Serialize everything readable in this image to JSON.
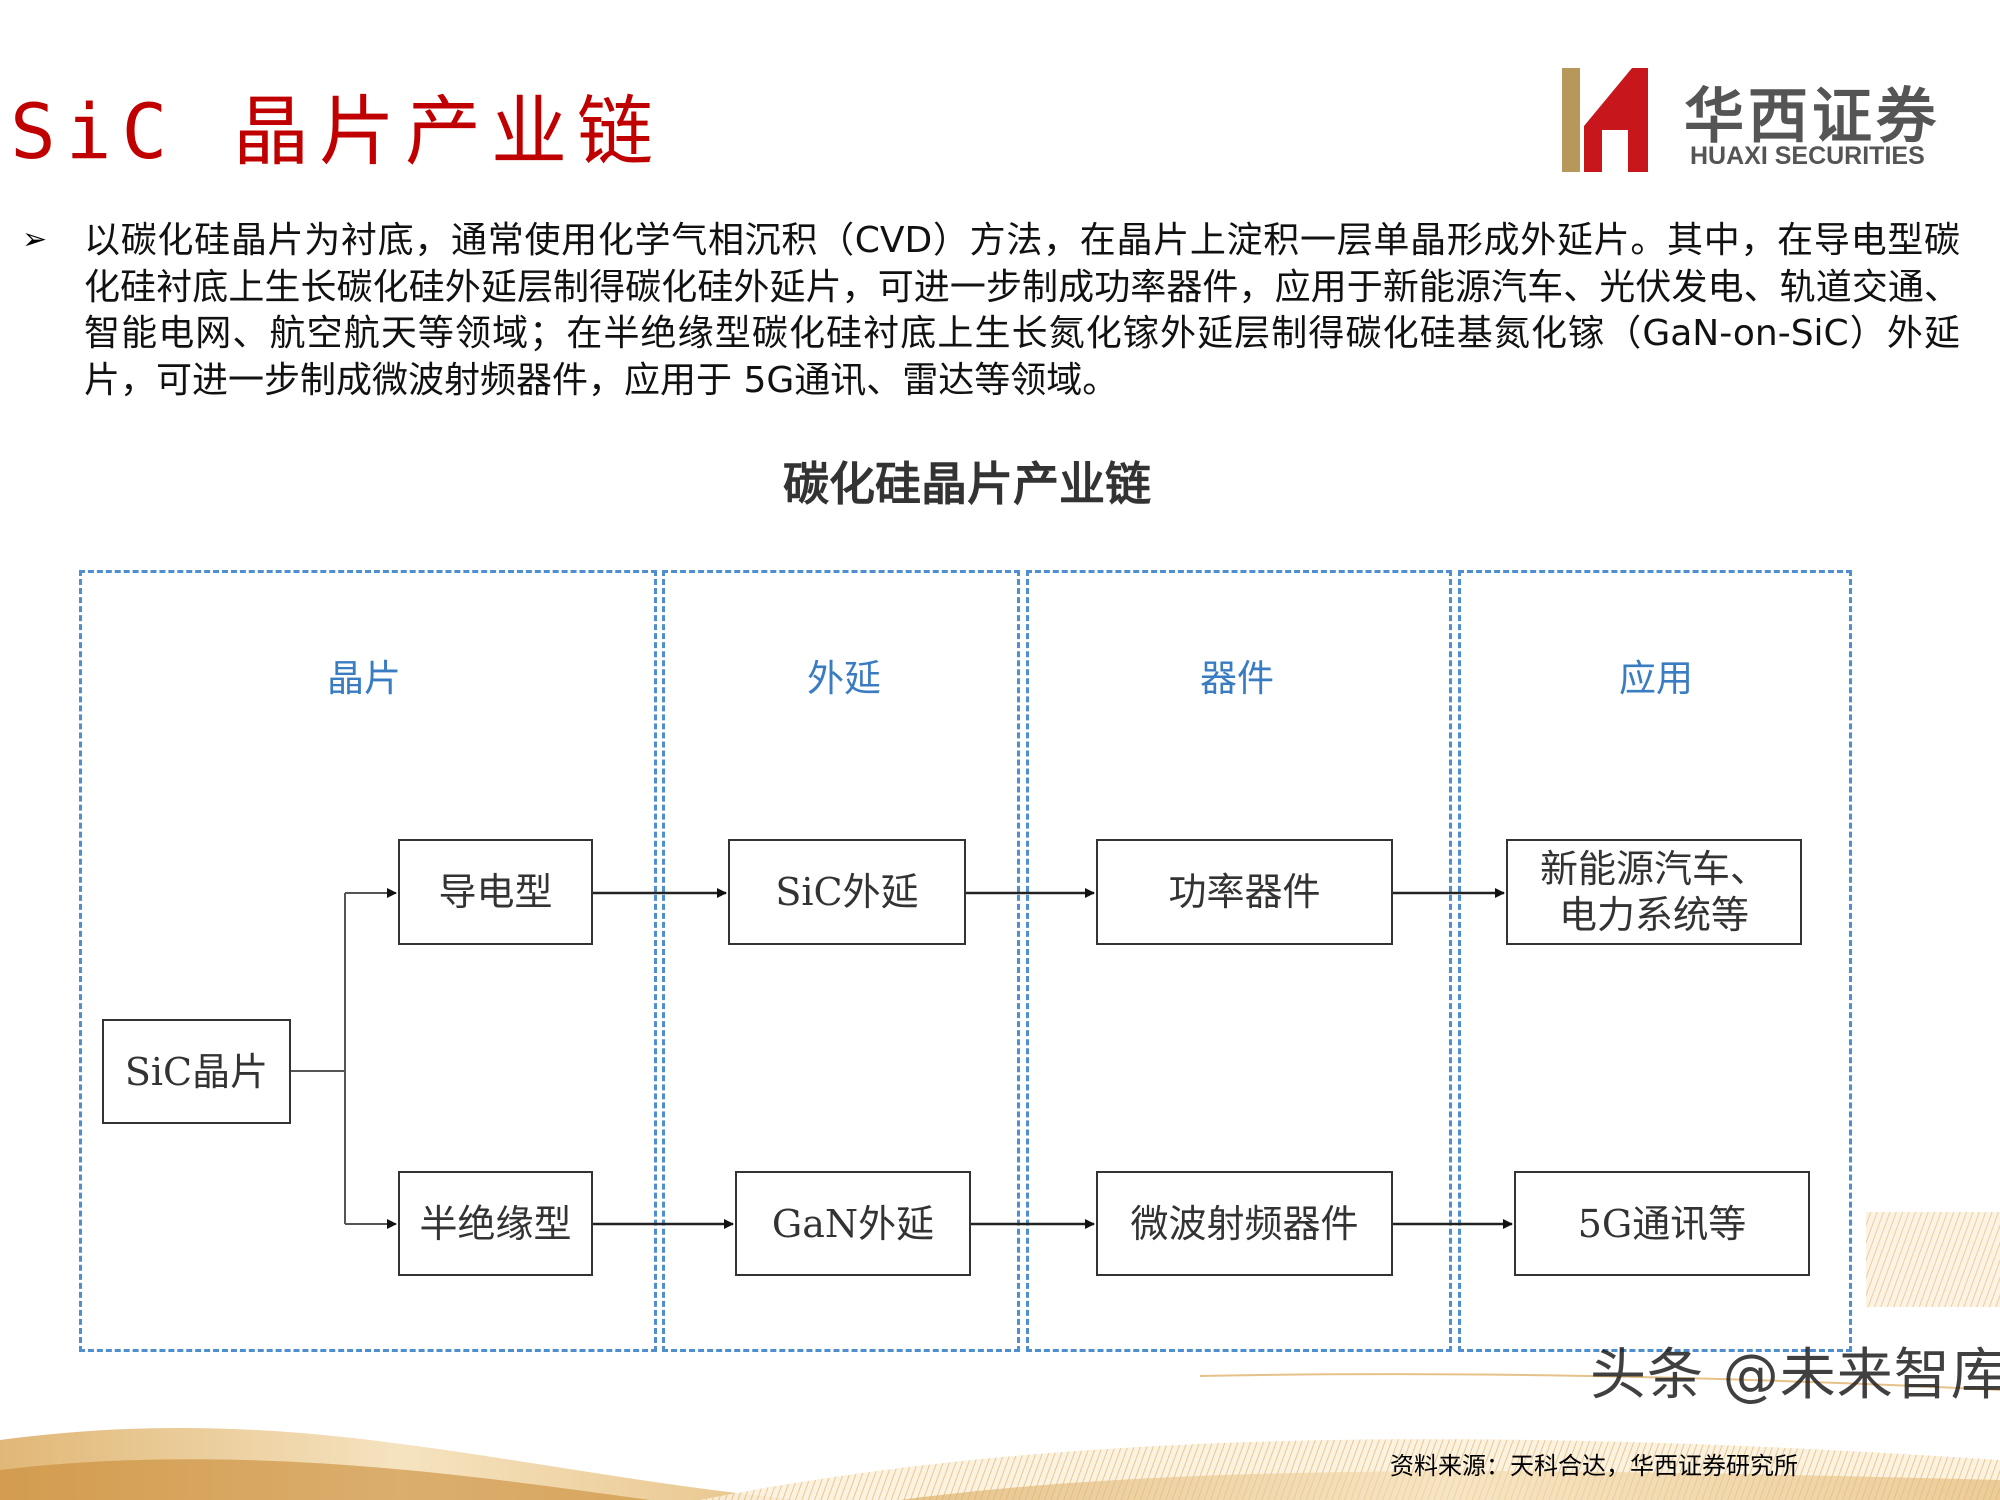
{
  "header": {
    "title": "SiC 晶片产业链",
    "logo_cn": "华西证券",
    "logo_en": "HUAXI SECURITIES"
  },
  "colors": {
    "title": "#c00000",
    "zone_border": "#4f8fcf",
    "zone_header": "#3a7cc2",
    "logo_red": "#c8161d",
    "logo_gold": "#b8975a"
  },
  "intro": {
    "bullet_icon": "arrow-bullet-icon",
    "text": "以碳化硅晶片为衬底，通常使用化学气相沉积（CVD）方法，在晶片上淀积一层单晶形成外延片。其中，在导电型碳化硅衬底上生长碳化硅外延层制得碳化硅外延片，可进一步制成功率器件，应用于新能源汽车、光伏发电、轨道交通、智能电网、航空航天等领域；在半绝缘型碳化硅衬底上生长氮化镓外延层制得碳化硅基氮化镓（GaN-on-SiC）外延片，可进一步制成微波射频器件，应用于 5G通讯、雷达等领域。"
  },
  "diagram": {
    "title": "碳化硅晶片产业链",
    "stages": [
      "晶片",
      "外延",
      "器件",
      "应用"
    ],
    "source_node": "SiC晶片",
    "rows": [
      {
        "type": "导电型",
        "epitaxy": "SiC外延",
        "device": "功率器件",
        "application": "新能源汽车、电力系统等"
      },
      {
        "type": "半绝缘型",
        "epitaxy": "GaN外延",
        "device": "微波射频器件",
        "application": "5G通讯等"
      }
    ]
  },
  "footer": {
    "source": "资料来源：天科合达，华西证券研究所",
    "watermark": "头条 @未来智库"
  }
}
